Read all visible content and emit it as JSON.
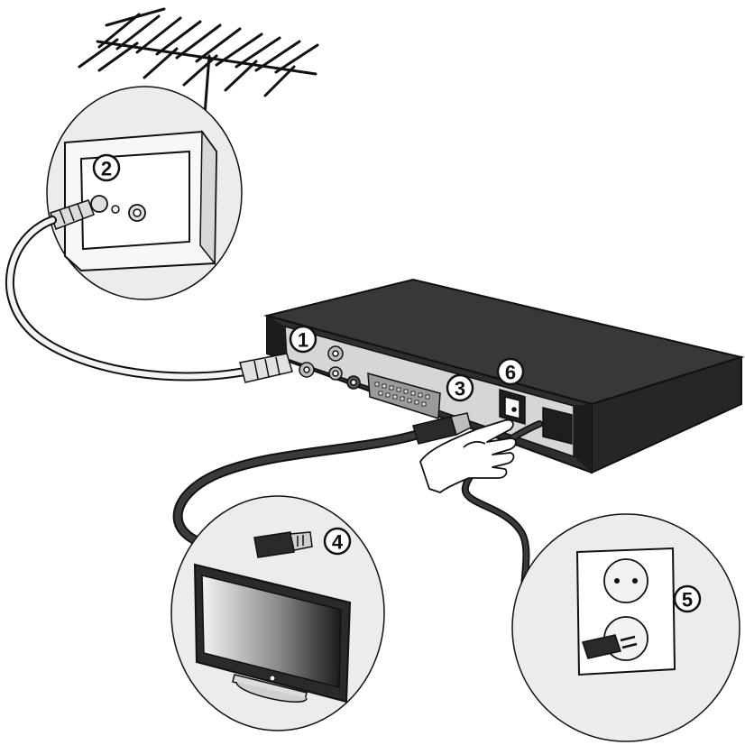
{
  "diagram": {
    "callouts": [
      {
        "id": "1",
        "label": "1"
      },
      {
        "id": "2",
        "label": "2"
      },
      {
        "id": "3",
        "label": "3"
      },
      {
        "id": "4",
        "label": "4"
      },
      {
        "id": "5",
        "label": "5"
      },
      {
        "id": "6",
        "label": "6"
      }
    ],
    "colors": {
      "box": "#2f2f2f",
      "box_top": "#3c3c3c",
      "panel": "#d9d9d9",
      "cable": "#2a2a2a",
      "coax": "#e8e8e8",
      "circle_fill": "#ececec",
      "outline": "#111111"
    },
    "icons": [
      "antenna-icon",
      "wall-socket-icon",
      "tv-icon",
      "power-outlet-icon",
      "hand-icon",
      "hdmi-plug-icon",
      "power-plug-icon",
      "coax-plug-icon"
    ]
  }
}
